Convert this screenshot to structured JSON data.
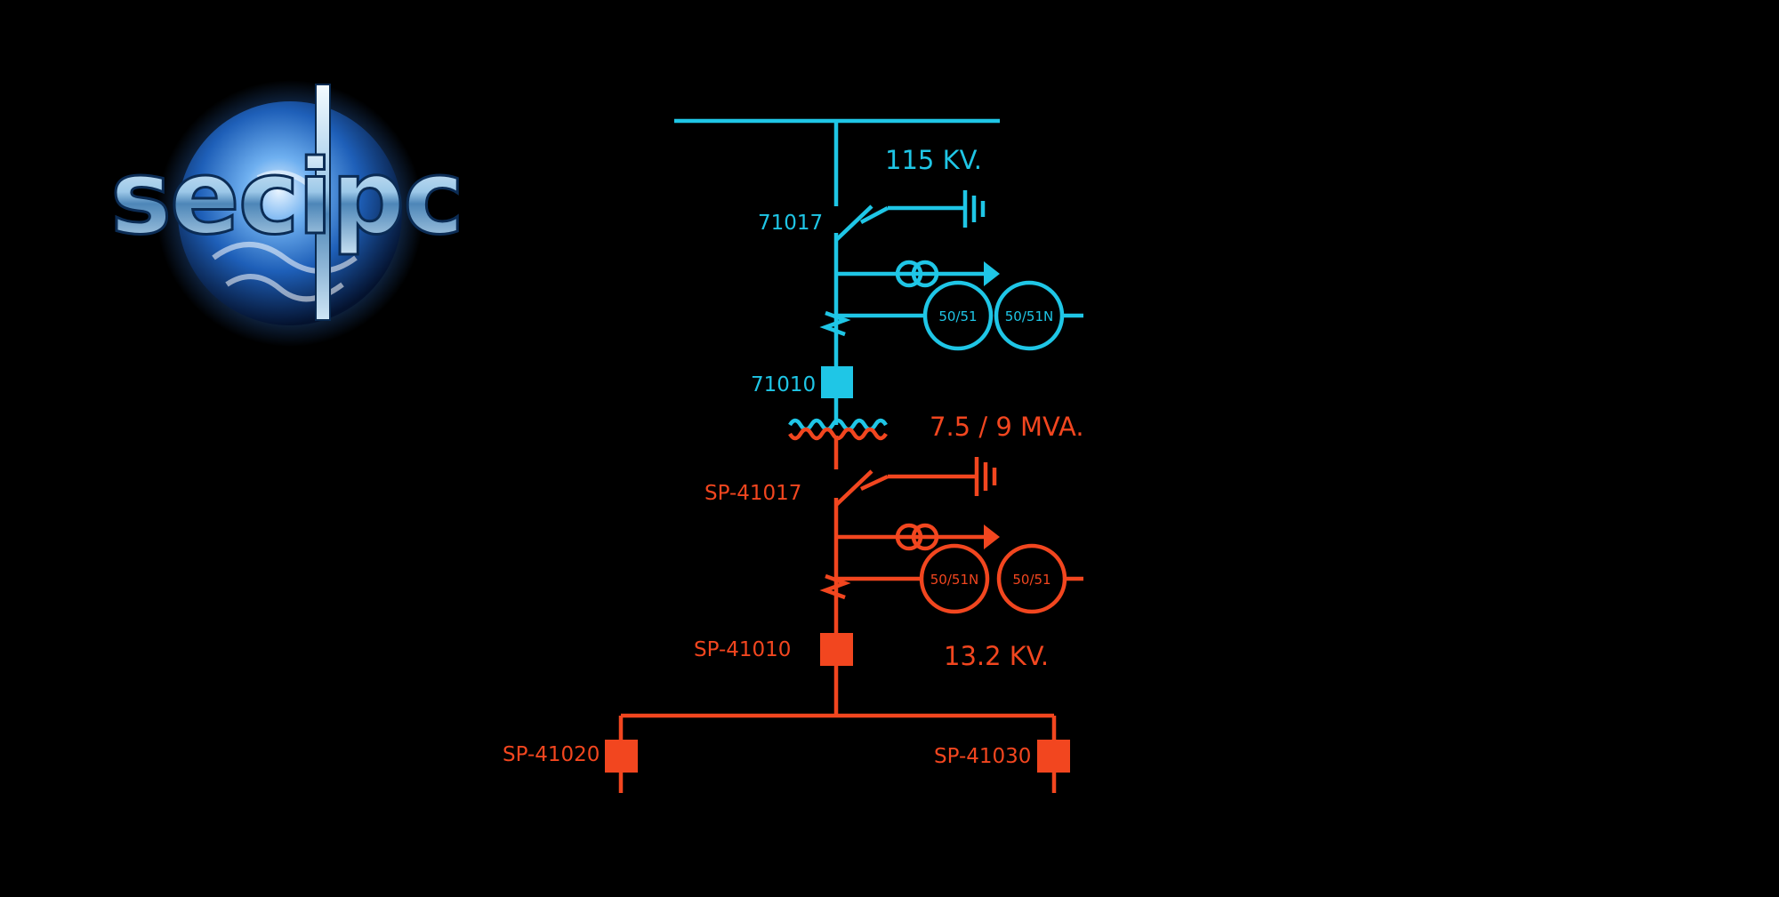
{
  "colors": {
    "background": "#000000",
    "high_voltage": "#1fc6e6",
    "low_voltage": "#f2461f",
    "logo_globe": "#2a6fd0",
    "logo_metal": "#cfe6f5"
  },
  "logo": {
    "text": "secipc",
    "icon": "globe-icon"
  },
  "high_voltage_side": {
    "voltage_label": "115 KV.",
    "disconnect_switch": "71017",
    "breaker": "71010",
    "relay_1": "50/51",
    "relay_2": "50/51N"
  },
  "transformer": {
    "rating_label": "7.5 / 9 MVA."
  },
  "low_voltage_side": {
    "disconnect_switch": "SP-41017",
    "breaker": "SP-41010",
    "voltage_label": "13.2 KV.",
    "relay_1": "50/51N",
    "relay_2": "50/51",
    "feeder_left": "SP-41020",
    "feeder_right": "SP-41030"
  }
}
